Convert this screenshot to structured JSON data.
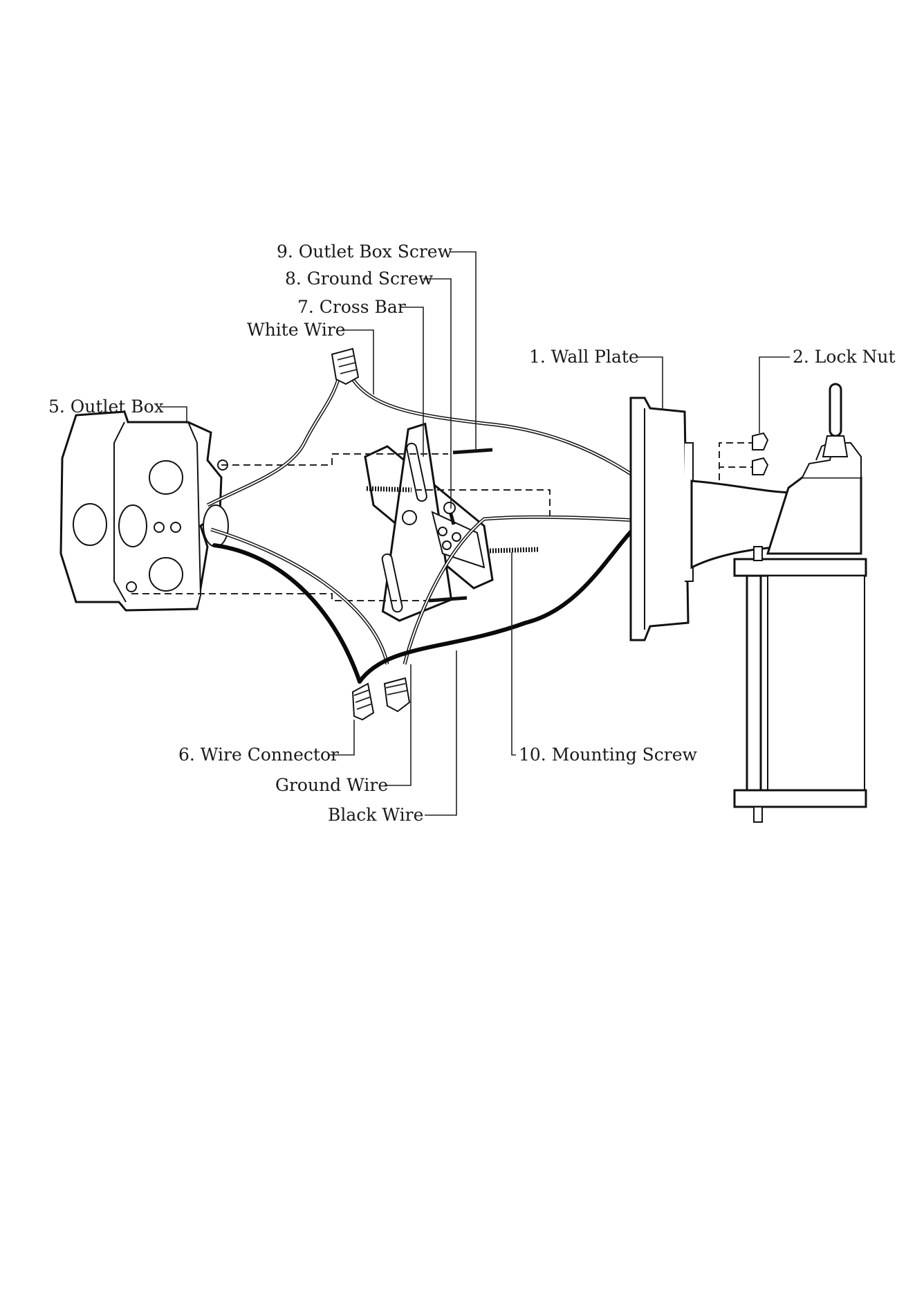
{
  "labels": {
    "wall_plate": "1. Wall Plate",
    "lock_nut": "2. Lock Nut",
    "outlet_box": "5. Outlet Box",
    "wire_connector": "6. Wire Connector",
    "cross_bar": "7. Cross Bar",
    "ground_screw": "8. Ground Screw",
    "outlet_box_screw": "9. Outlet Box Screw",
    "mounting_screw": "10. Mounting Screw",
    "white_wire": "White Wire",
    "ground_wire": "Ground Wire",
    "black_wire": "Black Wire"
  }
}
